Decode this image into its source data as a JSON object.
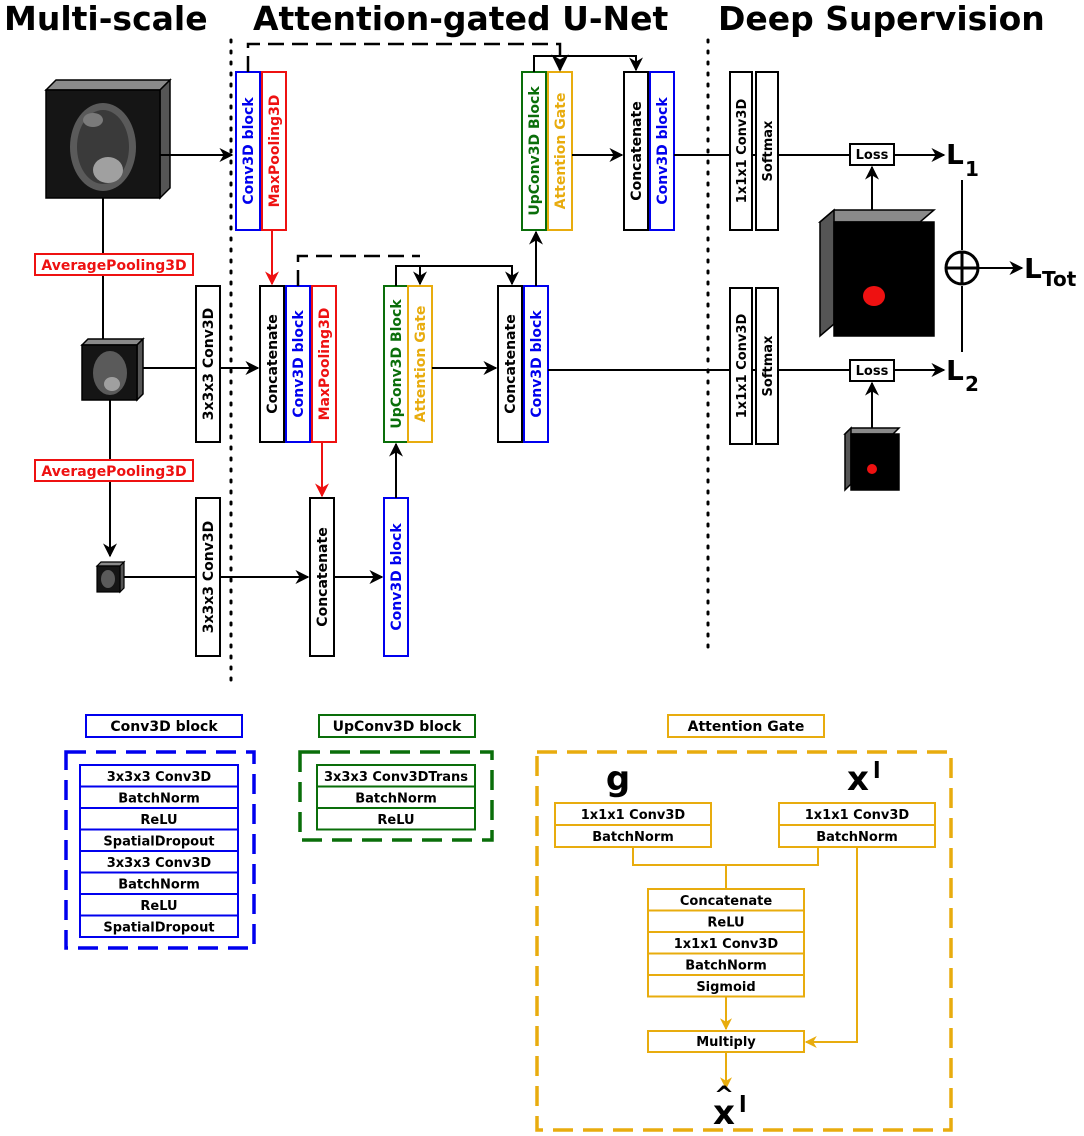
{
  "colors": {
    "black": "#000000",
    "blue": "#0000ee",
    "red": "#ee1111",
    "green": "#0a6e0a",
    "gold": "#e8ac0e"
  },
  "sections": {
    "multi_scale": "Multi-scale",
    "unet": "Attention-gated U-Net",
    "deep_supervision": "Deep Supervision"
  },
  "blocks": {
    "conv3d_block": "Conv3D block",
    "maxpool": "MaxPooling3D",
    "concatenate": "Concatenate",
    "upconv": "UpConv3D Block",
    "attention_gate": "Attention Gate",
    "conv333": "3x3x3 Conv3D",
    "conv111": "1x1x1 Conv3D",
    "softmax": "Softmax",
    "avgpool": "AveragePooling3D",
    "loss": "Loss"
  },
  "losses": {
    "l1_main": "L",
    "l1_sub": "1",
    "l2_main": "L",
    "l2_sub": "2",
    "ltot_main": "L",
    "ltot_sub": "Tot"
  },
  "legend": {
    "conv_block": {
      "title": "Conv3D block",
      "rows": [
        "3x3x3 Conv3D",
        "BatchNorm",
        "ReLU",
        "SpatialDropout",
        "3x3x3 Conv3D",
        "BatchNorm",
        "ReLU",
        "SpatialDropout"
      ]
    },
    "upconv_block": {
      "title": "UpConv3D block",
      "rows": [
        "3x3x3 Conv3DTrans",
        "BatchNorm",
        "ReLU"
      ]
    },
    "attention_gate": {
      "title": "Attention Gate",
      "g_label": "g",
      "x_label": "x",
      "x_sup": "l",
      "g_rows": [
        "1x1x1 Conv3D",
        "BatchNorm"
      ],
      "x_rows": [
        "1x1x1 Conv3D",
        "BatchNorm"
      ],
      "mid_rows": [
        "Concatenate",
        "ReLU",
        "1x1x1 Conv3D",
        "BatchNorm",
        "Sigmoid"
      ],
      "multiply": "Multiply",
      "out_label": "x",
      "out_hat": "^",
      "out_sup": "l"
    }
  }
}
